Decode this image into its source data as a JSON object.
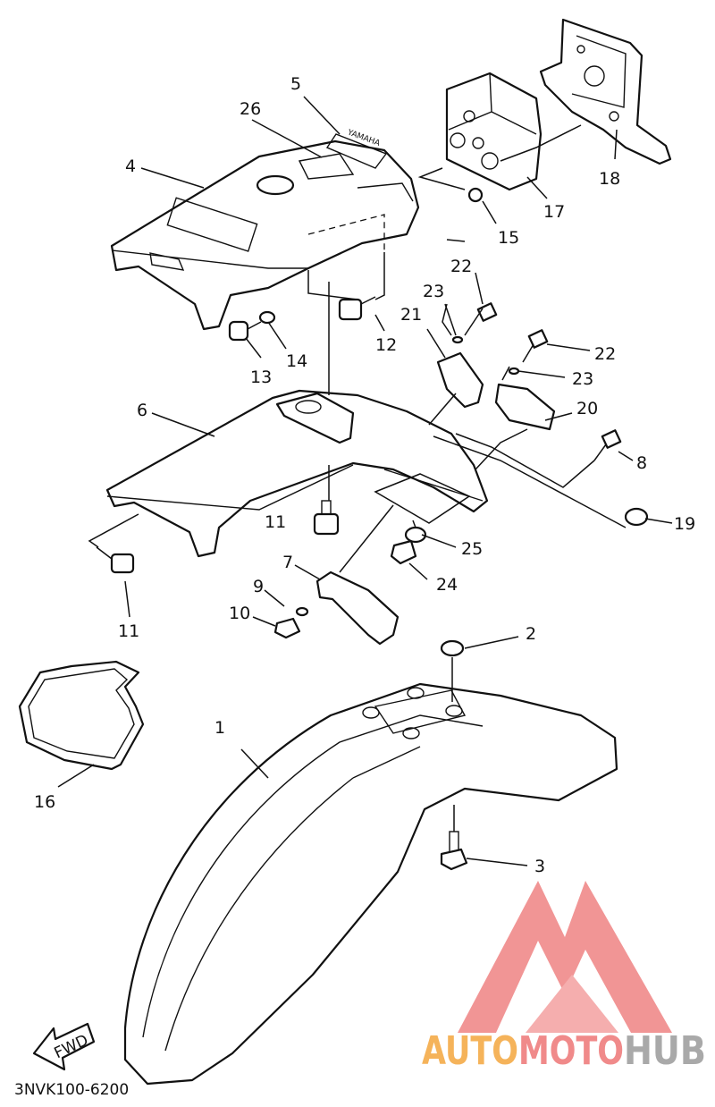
{
  "diagram": {
    "code": "3NVK100-6200",
    "fwd": "FWD",
    "fender_text": "YAMAHA",
    "colors": {
      "ink": "#111111",
      "wm_red": "#f08a8a",
      "wm_orange": "#f5b35a",
      "wm_gray": "#a9a9a9"
    },
    "callouts": [
      "1",
      "2",
      "3",
      "4",
      "5",
      "6",
      "7",
      "8",
      "9",
      "10",
      "11",
      "11",
      "12",
      "13",
      "14",
      "15",
      "16",
      "17",
      "18",
      "19",
      "20",
      "21",
      "22",
      "22",
      "23",
      "23",
      "24",
      "25",
      "26"
    ]
  },
  "watermark": {
    "part_a": "AUTO",
    "part_b": "MOTO",
    "part_c": "HUB"
  }
}
